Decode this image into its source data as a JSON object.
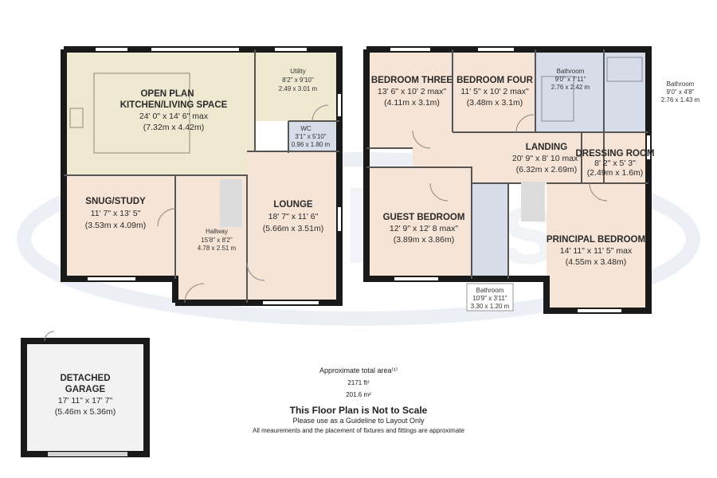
{
  "watermark": {
    "text": "Barbers"
  },
  "colors": {
    "wall": "#1a1a1a",
    "kitchen_fill": "#eee9d0",
    "room_fill": "#f6e4d6",
    "bath_fill": "#d6dde8",
    "garage_fill": "#f2f2f2",
    "door_line": "#888888"
  },
  "rooms": {
    "kitchen": {
      "name1": "OPEN PLAN",
      "name2": "KITCHEN/LIVING SPACE",
      "dim1": "24' 0\" x 14' 6\" max",
      "dim2": "(7.32m x 4.42m)"
    },
    "utility": {
      "name": "Utility",
      "dim1": "8'2\" x 9'10\"",
      "dim2": "2.49 x 3.01 m"
    },
    "wc": {
      "name": "WC",
      "dim1": "3'1\" x 5'10\"",
      "dim2": "0.96 x 1.80 m"
    },
    "snug": {
      "name": "SNUG/STUDY",
      "dim1": "11' 7\" x 13' 5\"",
      "dim2": "(3.53m x 4.09m)"
    },
    "hallway": {
      "name": "Hallway",
      "dim1": "15'8\" x 8'2\"",
      "dim2": "4.78 x 2.51 m"
    },
    "lounge": {
      "name": "LOUNGE",
      "dim1": "18' 7\" x 11' 6\"",
      "dim2": "(5.66m x 3.51m)"
    },
    "bedroom3": {
      "name": "BEDROOM THREE",
      "dim1": "13' 6\" x 10' 2 max\"",
      "dim2": "(4.11m x 3.1m)"
    },
    "bedroom4": {
      "name": "BEDROOM FOUR",
      "dim1": "11' 5\" x 10' 2 max\"",
      "dim2": "(3.48m x 3.1m)"
    },
    "bathroom1": {
      "name": "Bathroom",
      "dim1": "9'0\" x 7'11\"",
      "dim2": "2.76 x 2.42 m"
    },
    "bathroom2": {
      "name": "Bathroom",
      "dim1": "9'0\" x 4'8\"",
      "dim2": "2.76 x 1.43 m"
    },
    "landing": {
      "name": "LANDING",
      "dim1": "20' 9\" x 8' 10 max\"",
      "dim2": "(6.32m x 2.69m)"
    },
    "dressing": {
      "name": "DRESSING ROOM",
      "dim1": "8' 2\" x 5' 3\"",
      "dim2": "(2.49m x 1.6m)"
    },
    "guest": {
      "name": "GUEST BEDROOM",
      "dim1": "12' 9\" x 12' 8 max\"",
      "dim2": "(3.89m x 3.86m)"
    },
    "principal": {
      "name": "PRINCIPAL BEDROOM",
      "dim1": "14' 11\" x 11' 5\" max",
      "dim2": "(4.55m x 3.48m)"
    },
    "bathroom3": {
      "name": "Bathroom",
      "dim1": "10'9\" x 3'11\"",
      "dim2": "3.30 x 1.20 m"
    },
    "garage": {
      "name1": "DETACHED",
      "name2": "GARAGE",
      "dim1": "17' 11\" x 17' 7\"",
      "dim2": "(5.46m x 5.36m)"
    }
  },
  "area": {
    "label": "Approximate total area⁽¹⁾",
    "ft": "2171 ft²",
    "m": "201.6 m²"
  },
  "disclaimer": {
    "title": "This Floor Plan is Not to Scale",
    "sub": "Please use as a Guideline to Layout Only",
    "detail": "All meaurements and the placement of fixtures and fittings are approximate"
  }
}
